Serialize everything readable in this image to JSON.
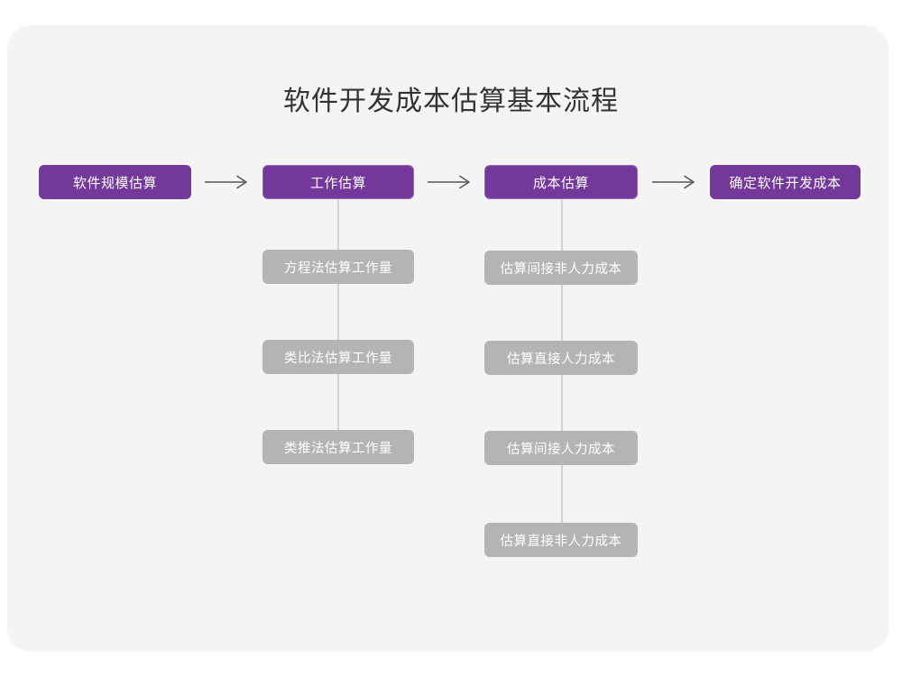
{
  "page": {
    "title": "软件开发成本估算基本流程",
    "background_color": "#ffffff",
    "card_color": "#f4f4f5"
  },
  "colors": {
    "primary": "#73389a",
    "primary_border": "#9a68b8",
    "secondary": "#b4b4b4",
    "connector": "#d2d2d2",
    "arrow": "#555555",
    "title_text": "#333333",
    "node_text": "#ffffff"
  },
  "flow": {
    "main_steps": [
      {
        "label": "软件规模估算",
        "outlined": false
      },
      {
        "label": "工作估算",
        "outlined": true
      },
      {
        "label": "成本估算",
        "outlined": true
      },
      {
        "label": "确定软件开发成本",
        "outlined": false
      }
    ],
    "arrows": [
      {
        "glyph": "⟶",
        "name": "arrow-step-1-to-2"
      },
      {
        "glyph": "⟶",
        "name": "arrow-step-2-to-3"
      },
      {
        "glyph": "⟶",
        "name": "arrow-step-3-to-4"
      }
    ],
    "branch_work_estimation": {
      "parent": "工作估算",
      "items": [
        "方程法估算工作量",
        "类比法估算工作量",
        "类推法估算工作量"
      ]
    },
    "branch_cost_estimation": {
      "parent": "成本估算",
      "items": [
        "估算间接非人力成本",
        "估算直接人力成本",
        "估算间接人力成本",
        "估算直接非人力成本"
      ]
    }
  }
}
